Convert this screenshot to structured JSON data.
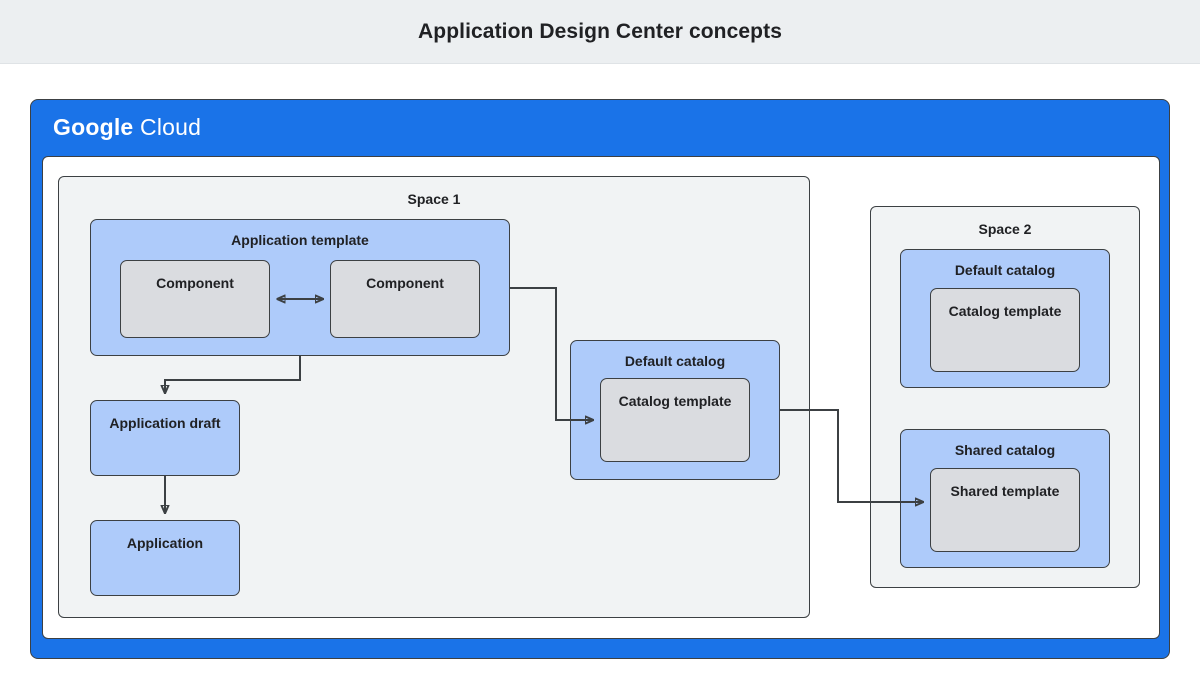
{
  "banner": {
    "title": "Application Design Center concepts"
  },
  "cloud": {
    "logo_bold": "Google",
    "logo_light": "Cloud"
  },
  "spaces": [
    {
      "id": "space1",
      "label": "Space 1",
      "nodes": {
        "app_template": "Application template",
        "component_a": "Component",
        "component_b": "Component",
        "app_draft": "Application draft",
        "application": "Application",
        "default_catalog": "Default catalog",
        "catalog_template": "Catalog template"
      }
    },
    {
      "id": "space2",
      "label": "Space 2",
      "nodes": {
        "default_catalog": "Default catalog",
        "catalog_template": "Catalog template",
        "shared_catalog": "Shared catalog",
        "shared_template": "Shared template"
      }
    }
  ],
  "colors": {
    "banner_bg": "#eceff1",
    "cloud_blue": "#1a73e8",
    "node_blue": "#aecbfa",
    "node_gray": "#dadce0",
    "space_bg": "#f1f3f4",
    "stroke": "#3c4043",
    "text": "#202124"
  },
  "connectors": [
    {
      "name": "component-a-to-component-b",
      "type": "bidirectional",
      "from": "component_a",
      "to": "component_b"
    },
    {
      "name": "app-template-to-app-draft",
      "type": "arrow",
      "from": "app_template",
      "to": "app_draft"
    },
    {
      "name": "app-draft-to-application",
      "type": "arrow",
      "from": "app_draft",
      "to": "application"
    },
    {
      "name": "app-template-to-catalog-template",
      "type": "arrow",
      "from": "app_template",
      "to": "catalog_template"
    },
    {
      "name": "default-catalog-to-shared-catalog",
      "type": "arrow",
      "from": "default_catalog",
      "to": "shared_template"
    }
  ]
}
